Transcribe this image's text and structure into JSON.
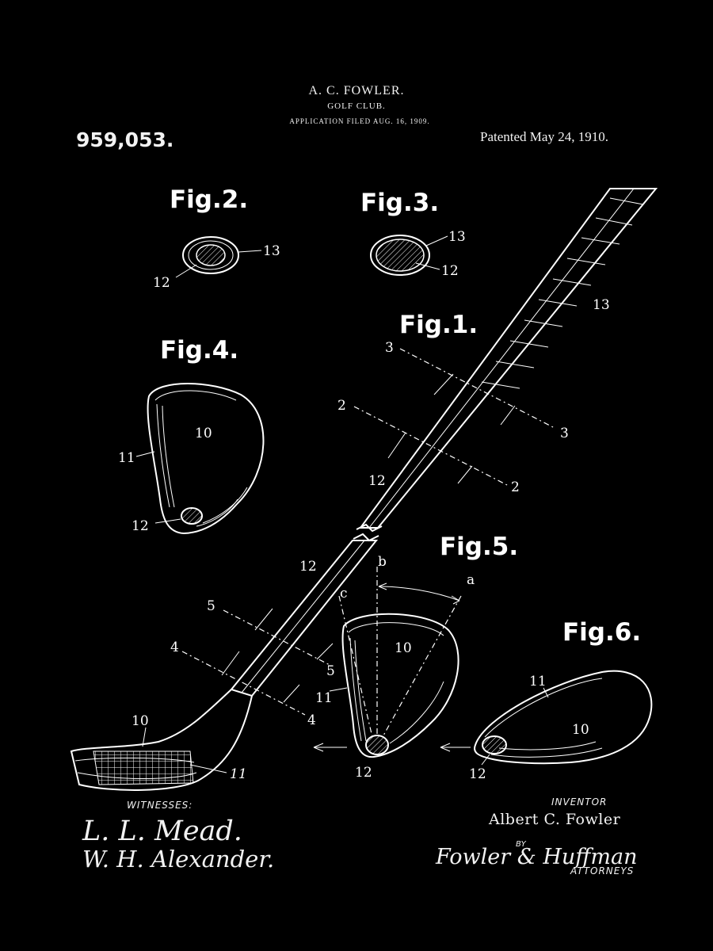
{
  "header": {
    "inventor_name": "A. C. FOWLER.",
    "title": "GOLF CLUB.",
    "application": "APPLICATION FILED AUG. 16, 1909.",
    "patent_number": "959,053.",
    "patented": "Patented May 24, 1910."
  },
  "figures": {
    "fig1": "Fig.1.",
    "fig2": "Fig.2.",
    "fig3": "Fig.3.",
    "fig4": "Fig.4.",
    "fig5": "Fig.5.",
    "fig6": "Fig.6."
  },
  "labels": {
    "f2_13": "13",
    "f2_12": "12",
    "f3_13": "13",
    "f3_12": "12",
    "f4_10": "10",
    "f4_11": "11",
    "f4_12": "12",
    "f1_13": "13",
    "f1_3a": "3",
    "f1_3b": "3",
    "f1_2a": "2",
    "f1_2b": "2",
    "f1_12a": "12",
    "f1_12b": "12",
    "f1_5a": "5",
    "f1_5b": "5",
    "f1_4a": "4",
    "f1_4b": "4",
    "f1_10": "10",
    "f1_11": "11",
    "f5_b": "b",
    "f5_a": "a",
    "f5_c": "c",
    "f5_10": "10",
    "f5_11": "11",
    "f5_12": "12",
    "f6_11": "11",
    "f6_10": "10",
    "f6_12": "12"
  },
  "footer": {
    "witnesses": "WITNESSES:",
    "witness1": "L. L. Mead.",
    "witness2": "W. H. Alexander.",
    "inventor_label": "INVENTOR",
    "inventor": "Albert C. Fowler",
    "by": "BY",
    "attorneys_sig": "Fowler & Huffman",
    "attorneys": "ATTORNEYS"
  },
  "colors": {
    "background": "#000000",
    "ink": "#ffffff"
  }
}
